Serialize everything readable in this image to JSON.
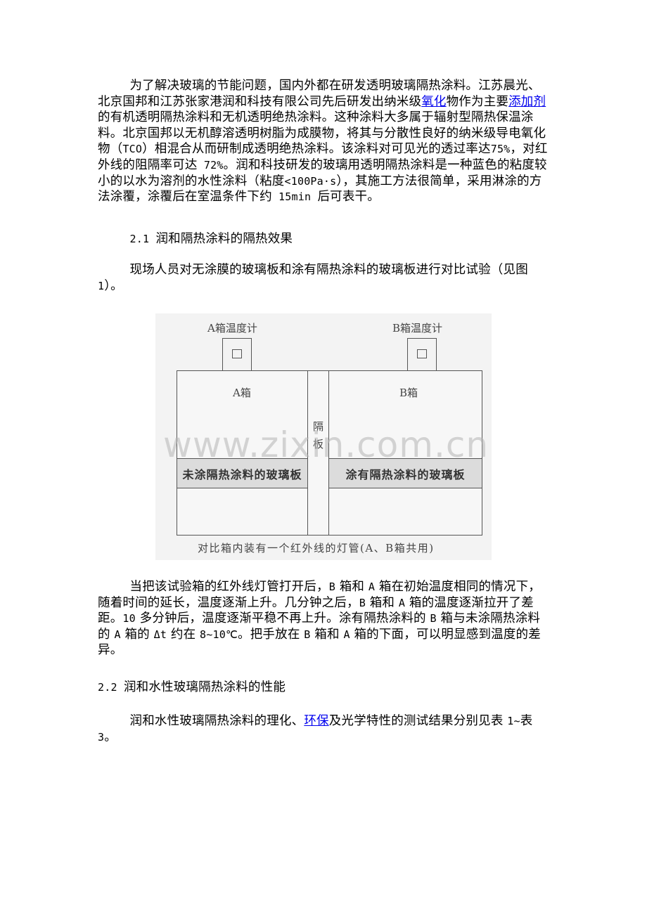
{
  "paragraphs": {
    "p1": {
      "part1": "为了解决玻璃的节能问题，国内外都在研发透明玻璃隔热涂料。江苏晨光、北京国邦和江苏张家港润和科技有限公司先后研发出纳米级",
      "link1": "氧化",
      "part2": "物作为主要",
      "link2": "添加剂",
      "part3": "的有机透明隔热涂料和无机透明绝热涂料。这种涂料大多属于辐射型隔热保温涂料。北京国邦以无机醇溶透明树脂为成膜物，将其与分散性良好的纳米级导电氧化物（",
      "tco": "TCO",
      "part4": "）相混合从而研制成透明绝热涂料。该涂料对可见光的透过率达",
      "pct75": "75%",
      "part5": "，对红外线的阻隔率可达",
      "pct72": " 72%",
      "part6": "。润和科技研发的玻璃用透明隔热涂料是一种蓝色的粘度较小的以水为溶剂的水性涂料（粘度",
      "visc": "<100Pa·s",
      "part7": "），其施工方法很简单，采用淋涂的方法涂覆，涂覆后在室温条件下约",
      "time": " 15min ",
      "part8": "后可表干。"
    },
    "h21": {
      "num": "2.1 ",
      "title": "润和隔热涂料的隔热效果"
    },
    "p2": {
      "text": "现场人员对无涂膜的玻璃板和涂有隔热涂料的玻璃板进行对比试验（见图",
      "tail": "1",
      "end": "）。"
    },
    "p3": {
      "s1": "当把该试验箱的红外线灯管打开后，",
      "b1": "B",
      "s2": " 箱和 ",
      "a1": "A",
      "s3": " 箱在初始温度相同的情况下，随着时间的延长，温度逐渐上升。几分钟之后，",
      "b2": "B",
      "s4": " 箱和 ",
      "a2": "A",
      "s5": " 箱的温度逐渐拉开了差距。",
      "n10": "10",
      "s6": " 多分钟后，温度逐渐平稳不再上升。涂有隔热涂料的 ",
      "b3": "B",
      "s7": " 箱与未涂隔热涂料的 ",
      "a3": "A",
      "s8": " 箱的 ",
      "dt": "Δt",
      "s9": " 约在 ",
      "range": "8~10℃",
      "s10": "。把手放在 ",
      "b4": "B",
      "s11": " 箱和 ",
      "a4": "A",
      "s12": " 箱的下面，可以明显感到温度的差异。"
    },
    "h22": {
      "num": "2.2 ",
      "title": "润和水性玻璃隔热涂料的性能"
    },
    "p4": {
      "part1": "润和水性玻璃隔热涂料的理化、",
      "link": "环保",
      "part2": "及光学特性的测试结果分别见表 ",
      "ref": "1~",
      "part3": "表",
      "num": "3",
      "end": "。"
    }
  },
  "figure": {
    "thermometer_a": "A箱温度计",
    "thermometer_b": "B箱温度计",
    "box_a": "A箱",
    "box_b": "B箱",
    "partition_1": "隔",
    "partition_2": "板",
    "glass_a": "未涂隔热涂料的玻璃板",
    "glass_b": "涂有隔热涂料的玻璃板",
    "caption": "对比箱内装有一个红外线的灯管(A、B箱共用)",
    "watermark": "www.zixin.com.cn"
  },
  "colors": {
    "link": "#0000ee",
    "figure_bg": "#f3f3f3",
    "glass_fill": "#dcdcdc"
  }
}
